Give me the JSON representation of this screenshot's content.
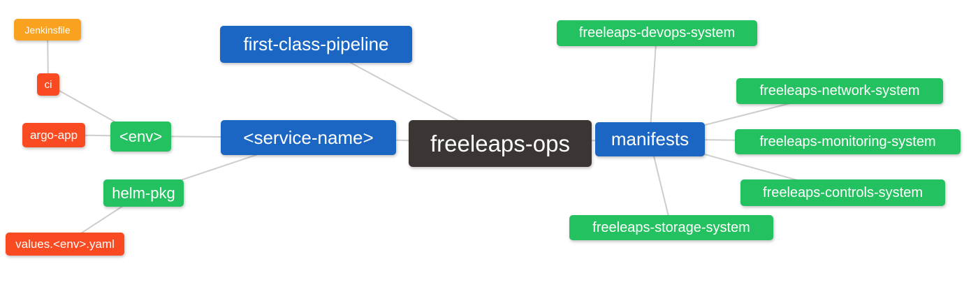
{
  "diagram": {
    "type": "mindmap",
    "root": "freeleaps-ops",
    "background": "#ffffff",
    "connector_color": "#cdcdcd"
  },
  "palette": {
    "blue": "#1a66c2",
    "green": "#23c160",
    "red": "#f94a21",
    "orange": "#f9a21f",
    "dark": "#3b3633",
    "text": "#ffffff"
  },
  "nodes": {
    "jenkinsfile": {
      "label": "Jenkinsfile",
      "color": "orange"
    },
    "ci": {
      "label": "ci",
      "color": "red"
    },
    "argo_app": {
      "label": "argo-app",
      "color": "red"
    },
    "env": {
      "label": "<env>",
      "color": "green"
    },
    "helm_pkg": {
      "label": "helm-pkg",
      "color": "green"
    },
    "values_env_yaml": {
      "label": "values.<env>.yaml",
      "color": "red"
    },
    "first_class_pipeline": {
      "label": "first-class-pipeline",
      "color": "blue"
    },
    "service_name": {
      "label": "<service-name>",
      "color": "blue"
    },
    "freeleaps_ops": {
      "label": "freeleaps-ops",
      "color": "dark"
    },
    "manifests": {
      "label": "manifests",
      "color": "blue"
    },
    "devops_system": {
      "label": "freeleaps-devops-system",
      "color": "green"
    },
    "network_system": {
      "label": "freeleaps-network-system",
      "color": "green"
    },
    "monitoring_system": {
      "label": "freeleaps-monitoring-system",
      "color": "green"
    },
    "controls_system": {
      "label": "freeleaps-controls-system",
      "color": "green"
    },
    "storage_system": {
      "label": "freeleaps-storage-system",
      "color": "green"
    }
  },
  "edges": [
    {
      "from": "jenkinsfile",
      "to": "ci"
    },
    {
      "from": "ci",
      "to": "env"
    },
    {
      "from": "argo_app",
      "to": "env"
    },
    {
      "from": "env",
      "to": "service_name"
    },
    {
      "from": "helm_pkg",
      "to": "service_name"
    },
    {
      "from": "values_env_yaml",
      "to": "helm_pkg"
    },
    {
      "from": "service_name",
      "to": "freeleaps_ops"
    },
    {
      "from": "first_class_pipeline",
      "to": "freeleaps_ops"
    },
    {
      "from": "freeleaps_ops",
      "to": "manifests"
    },
    {
      "from": "manifests",
      "to": "devops_system"
    },
    {
      "from": "manifests",
      "to": "network_system"
    },
    {
      "from": "manifests",
      "to": "monitoring_system"
    },
    {
      "from": "manifests",
      "to": "controls_system"
    },
    {
      "from": "manifests",
      "to": "storage_system"
    }
  ]
}
